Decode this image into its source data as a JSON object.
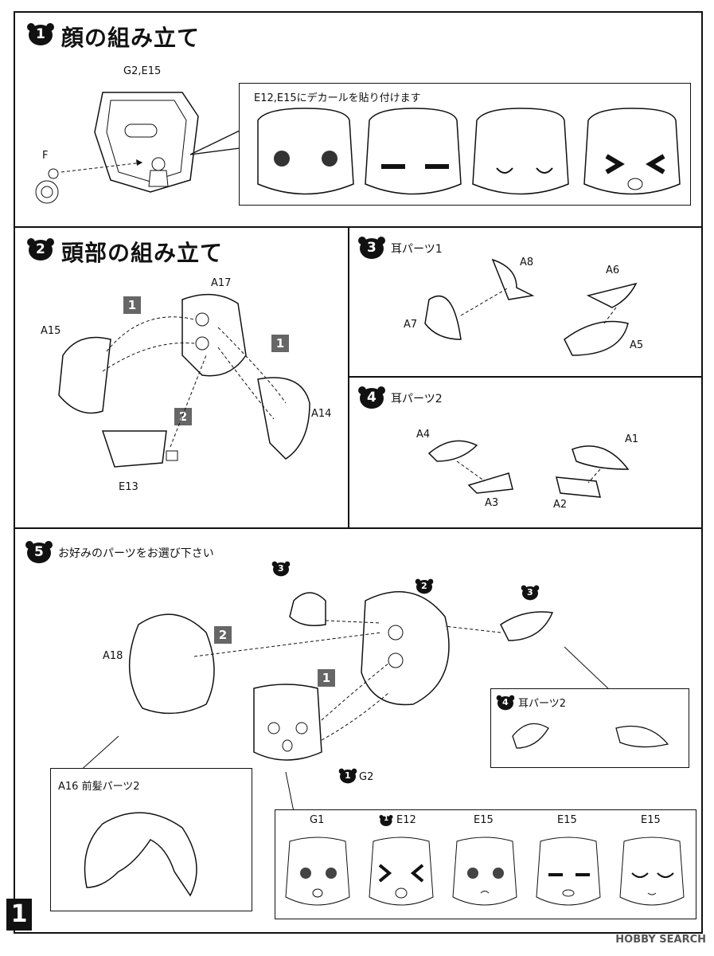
{
  "steps": {
    "s1": {
      "num": "1",
      "title": "顔の組み立て",
      "part_top": "G2,E15",
      "part_left": "F",
      "decal_note": "E12,E15にデカールを貼り付けます"
    },
    "s2": {
      "num": "2",
      "title": "頭部の組み立て",
      "a17": "A17",
      "a15": "A15",
      "a14": "A14",
      "e13": "E13",
      "box1a": "1",
      "box1b": "1",
      "box2": "2"
    },
    "s3": {
      "num": "3",
      "title": "耳パーツ1",
      "a8": "A8",
      "a7": "A7",
      "a6": "A6",
      "a5": "A5"
    },
    "s4": {
      "num": "4",
      "title": "耳パーツ2",
      "a4": "A4",
      "a3": "A3",
      "a1": "A1",
      "a2": "A2"
    },
    "s5": {
      "num": "5",
      "title": "お好みのパーツをお選び下さい",
      "a18": "A18",
      "box2": "2",
      "box1": "1",
      "badge3a": "3",
      "badge2": "2",
      "badge3b": "3",
      "g2_num": "1",
      "g2_label": "G2",
      "ear_box_num": "4",
      "ear_box_title": "耳パーツ2",
      "bangs_label": "A16 前髪パーツ2",
      "faces": [
        {
          "num": "",
          "label": "G1"
        },
        {
          "num": "1",
          "label": "E12"
        },
        {
          "num": "",
          "label": "E15"
        },
        {
          "num": "",
          "label": "E15"
        },
        {
          "num": "",
          "label": "E15"
        }
      ]
    }
  },
  "page_number": "1",
  "watermark": "HOBBY SEARCH"
}
